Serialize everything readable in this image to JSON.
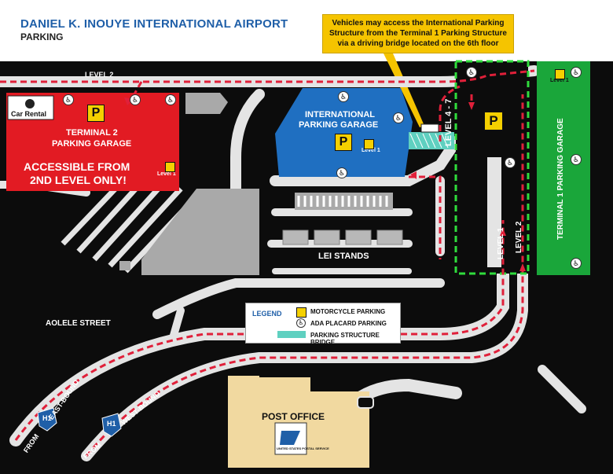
{
  "header": {
    "title": "DANIEL K. INOUYE INTERNATIONAL AIRPORT",
    "subtitle": "PARKING"
  },
  "callout": {
    "line1": "Vehicles may access the International Parking",
    "line2": "Structure  from the Terminal 1 Parking Structure",
    "line3": "via a driving bridge located on the 6th floor"
  },
  "labels": {
    "level2_top": "LEVEL 2",
    "car_rental": "Car Rental",
    "terminal2": "TERMINAL 2",
    "terminal2_b": "PARKING GARAGE",
    "accessible1": "ACCESSIBLE FROM",
    "accessible2": "2ND LEVEL ONLY!",
    "level1_t2": "Level 1",
    "intl1": "INTERNATIONAL",
    "intl2": "PARKING GARAGE",
    "level1_intl": "Level 1",
    "level47": "LEVEL  4 - 7",
    "level2_side": "LEVEL 2",
    "level1_side": "LEVEL 1",
    "terminal1": "TERMINAL 1 PARKING GARAGE",
    "level1_t1": "Level 1",
    "lei_stands": "LEI STANDS",
    "aolele": "AOLELE STREET",
    "post_office": "POST OFFICE",
    "usps": "UNITED STATES POSTAL SERVICE",
    "from_east": "FROM",
    "east_bound": "EAST-BOUND",
    "from_west": "FROM",
    "west_bound": "WEST-BOUND",
    "h1_a": "H1",
    "h1_b": "H1",
    "p": "P"
  },
  "legend": {
    "title": "LEGEND",
    "moto": "MOTORCYCLE PARKING",
    "ada": "ADA PLACARD PARKING",
    "bridge": "PARKING STRUCTURE BRIDGE"
  },
  "colors": {
    "terminal2": "#e21b23",
    "international": "#1f6fc1",
    "terminal1": "#1aa63a",
    "road": "#e4e4e4",
    "route": "#e0203a",
    "lot": "#a9a9a9",
    "post_office": "#f1d9a0",
    "sign": "#f5c400"
  },
  "icons": {
    "ada": "wheelchair-icon",
    "moto": "motorcycle-icon",
    "car": "car-icon",
    "usps": "eagle-logo-icon",
    "interstate": "interstate-shield-icon"
  }
}
